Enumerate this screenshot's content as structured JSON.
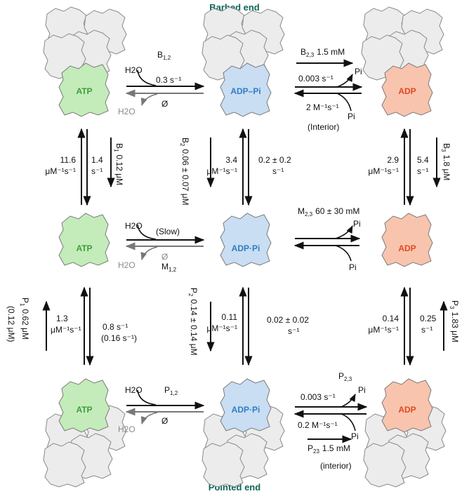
{
  "title_top": "Barbed end",
  "title_bottom": "Pointed end",
  "states": {
    "row1": [
      "ATP",
      "ADP–Pi",
      "ADP"
    ],
    "row2": [
      "ATP",
      "ADP·Pi",
      "ADP"
    ],
    "row3": [
      "ATP",
      "ADP·Pi",
      "ADP"
    ]
  },
  "colors": {
    "atp_fill": "#c3ecba",
    "atp_text": "#3aa03a",
    "adppi_fill": "#c9ddf3",
    "adppi_text": "#2f7dc4",
    "adp_fill": "#f8c4ad",
    "adp_text": "#de4a22",
    "filament_fill": "#ececec",
    "end_text": "#0e6655"
  },
  "row1": {
    "left": {
      "label": "B",
      "label_sub": "1,2",
      "water_in": "H2O",
      "rate": "0.3 s⁻¹",
      "water_out": "H2O",
      "null": "Ø"
    },
    "right": {
      "label": "B",
      "label_sub": "2,3",
      "label_value": "1.5 mM",
      "rate_fwd": "0.003 s⁻¹",
      "pi_out": "Pi",
      "rate_rev": "2 M⁻¹s⁻¹",
      "pi_in": "Pi",
      "note": "(Interior)"
    }
  },
  "row2": {
    "left": {
      "water_in": "H2O",
      "rate": "(Slow)",
      "water_out": "H2O",
      "null": "Ø",
      "label": "M",
      "label_sub": "1,2"
    },
    "right": {
      "label": "M",
      "label_sub": "2,3",
      "label_value": "60 ± 30 mM",
      "pi_out": "Pi",
      "pi_in": "Pi"
    }
  },
  "row3": {
    "left": {
      "water_in": "H2O",
      "label": "P",
      "label_sub": "1,2",
      "water_out": "H2O",
      "null": "Ø"
    },
    "right": {
      "label": "P",
      "label_sub": "2,3",
      "rate_fwd": "0.003 s⁻¹",
      "pi_out": "Pi",
      "rate_rev": "0.2 M⁻¹s⁻¹",
      "pi_in": "Pi",
      "label2": "P",
      "label2_sub": "23",
      "label2_value": "1.5 mM",
      "note": "(interior)"
    }
  },
  "vertical_upper": {
    "atp": {
      "on_rate": "11.6",
      "on_unit": "μM⁻¹s⁻¹",
      "off_rate": "1.4",
      "off_unit": "s⁻¹",
      "kd_label": "B",
      "kd_sub": "1",
      "kd_value": "0.12 μM"
    },
    "adppi": {
      "kd_label": "B",
      "kd_sub": "2",
      "kd_value": "0.06 ± 0.07 μM",
      "on_rate": "3.4",
      "on_unit": "μM⁻¹s⁻¹",
      "off_rate": "0.2 ± 0.2",
      "off_unit": "s⁻¹"
    },
    "adp": {
      "on_rate": "2.9",
      "on_unit": "μM⁻¹s⁻¹",
      "off_rate": "5.4",
      "off_unit": "s⁻¹",
      "kd_label": "B",
      "kd_sub": "3",
      "kd_value": "1.8 μM"
    }
  },
  "vertical_lower": {
    "atp": {
      "kd_label": "P",
      "kd_sub": "1",
      "kd_value": "0.62 μM",
      "kd_alt": "(0.12 μM)",
      "on_rate": "1.3",
      "on_unit": "μM⁻¹s⁻¹",
      "off_rate": "0.8 s⁻¹",
      "off_alt": "(0.16 s⁻¹)"
    },
    "adppi": {
      "kd_label": "P",
      "kd_sub": "2",
      "kd_value": "0.14 ± 0.14 μM",
      "on_rate": "0.11",
      "on_unit": "μM⁻¹s⁻¹",
      "off_rate": "0.02 ± 0.02",
      "off_unit": "s⁻¹"
    },
    "adp": {
      "on_rate": "0.14",
      "on_unit": "μM⁻¹s⁻¹",
      "off_rate": "0.25",
      "off_unit": "s⁻¹",
      "kd_label": "P",
      "kd_sub": "3",
      "kd_value": "1.83 μM"
    }
  }
}
